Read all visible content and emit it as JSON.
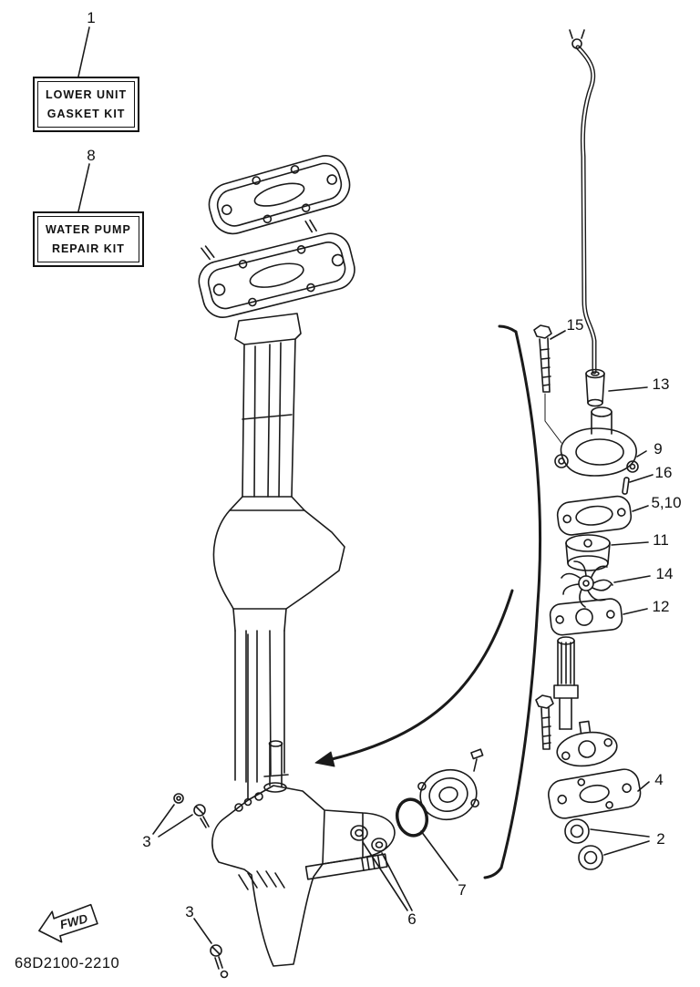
{
  "diagram": {
    "part_number": "68D2100-2210",
    "fwd_label": "FWD",
    "kit_boxes": [
      {
        "line1": "LOWER UNIT",
        "line2": "GASKET KIT"
      },
      {
        "line1": "WATER PUMP",
        "line2": "REPAIR KIT"
      }
    ],
    "callouts": [
      {
        "label": "1"
      },
      {
        "label": "8"
      },
      {
        "label": "15"
      },
      {
        "label": "13"
      },
      {
        "label": "9"
      },
      {
        "label": "16"
      },
      {
        "label": "5,10"
      },
      {
        "label": "11"
      },
      {
        "label": "14"
      },
      {
        "label": "12"
      },
      {
        "label": "4"
      },
      {
        "label": "2"
      },
      {
        "label": "7"
      },
      {
        "label": "6"
      },
      {
        "label": "3"
      },
      {
        "label": "3"
      }
    ]
  }
}
